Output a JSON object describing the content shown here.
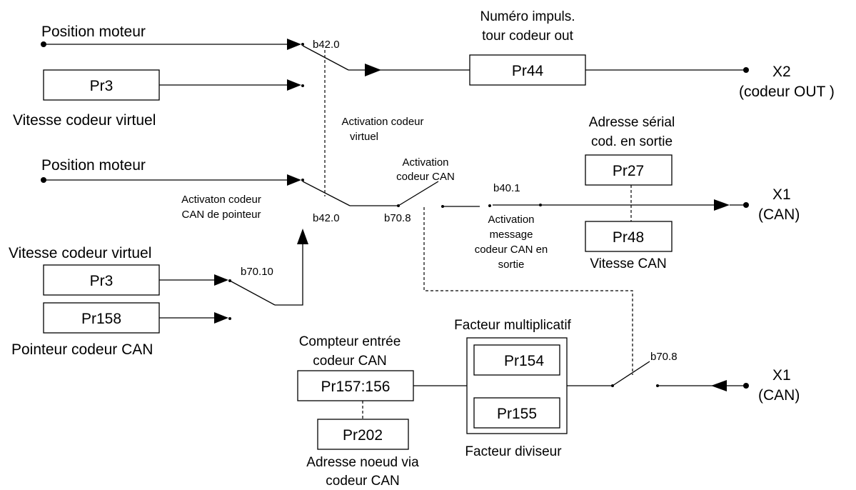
{
  "inputs": {
    "position_moteur_top": "Position moteur",
    "position_moteur_mid": "Position moteur",
    "vitesse_codeur_virtuel_top": "Vitesse codeur virtuel",
    "vitesse_codeur_virtuel_low": "Vitesse codeur virtuel",
    "pointeur_codeur_can": "Pointeur codeur CAN"
  },
  "boxes": {
    "pr3_top": "Pr3",
    "pr44": "Pr44",
    "pr27": "Pr27",
    "pr48": "Pr48",
    "pr3_low": "Pr3",
    "pr158": "Pr158",
    "pr157_156": "Pr157:156",
    "pr154": "Pr154",
    "pr155": "Pr155",
    "pr202": "Pr202"
  },
  "switches": {
    "b42_top": "b42.0",
    "b42_low": "b42.0",
    "b70_8_mid": "b70.8",
    "b40_1": "b40.1",
    "b70_10": "b70.10",
    "b70_8_low": "b70.8"
  },
  "labels": {
    "numero_line1": "Numéro impuls.",
    "numero_line2": "tour codeur out",
    "x2": "X2",
    "x2_sub": "(codeur OUT )",
    "act_virtuel_line1": "Activation codeur",
    "act_virtuel_line2": "virtuel",
    "act_can_line1": "Activation",
    "act_can_line2": "codeur CAN",
    "act_ptr_line1": "Activaton codeur",
    "act_ptr_line2": "CAN de pointeur",
    "adresse_serial_line1": "Adresse sérial",
    "adresse_serial_line2": "cod. en sortie",
    "x1_top": "X1",
    "x1_top_sub": "(CAN)",
    "act_msg_line1": "Activation",
    "act_msg_line2": "message",
    "act_msg_line3": "codeur CAN en",
    "act_msg_line4": "sortie",
    "vitesse_can": "Vitesse CAN",
    "facteur_mult": "Facteur multiplicatif",
    "facteur_div": "Facteur diviseur",
    "compteur_line1": "Compteur entrée",
    "compteur_line2": "codeur CAN",
    "adresse_noeud_line1": "Adresse noeud via",
    "adresse_noeud_line2": "codeur  CAN",
    "x1_low": "X1",
    "x1_low_sub": "(CAN)"
  }
}
